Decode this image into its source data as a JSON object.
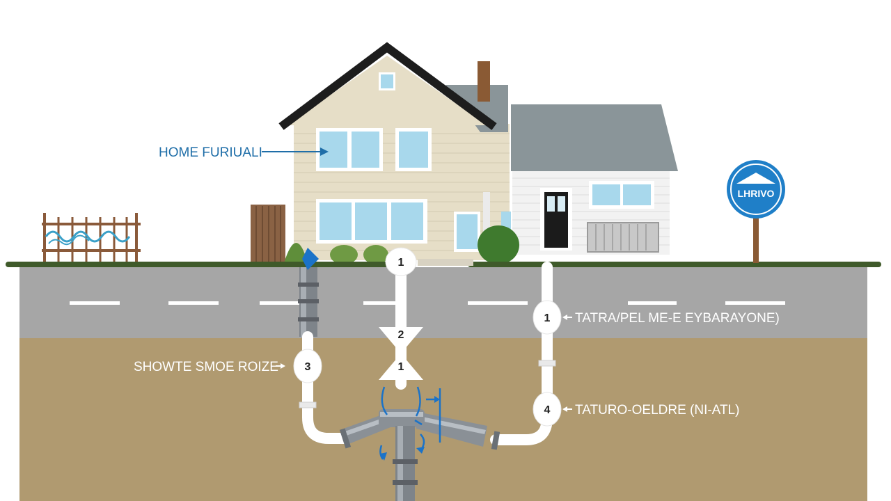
{
  "labels": {
    "home": "HOME FURIUALI",
    "showte": "SHOWTE SMOE ROIZE",
    "tatra": "TATRA/PEL ME-E EYBARAYONE)",
    "taturo": "TATURO-OELDRE (NI-ATL)"
  },
  "markers": {
    "top": "1",
    "valve_top": "2",
    "valve_bottom": "1",
    "left": "3",
    "right_upper": "1",
    "right_lower": "4"
  },
  "sign": {
    "text": "LHRIVO"
  },
  "colors": {
    "label_blue": "#1f6ea8",
    "arrow_blue": "#1b73c8",
    "grass": "#3f5a2a",
    "road": "#a6a6a6",
    "soil": "#b09a70",
    "siding": "#e6dec7",
    "roof_dark": "#1d1d1d",
    "roof_gray": "#8a9599",
    "sign_blue": "#1f7fc8"
  }
}
